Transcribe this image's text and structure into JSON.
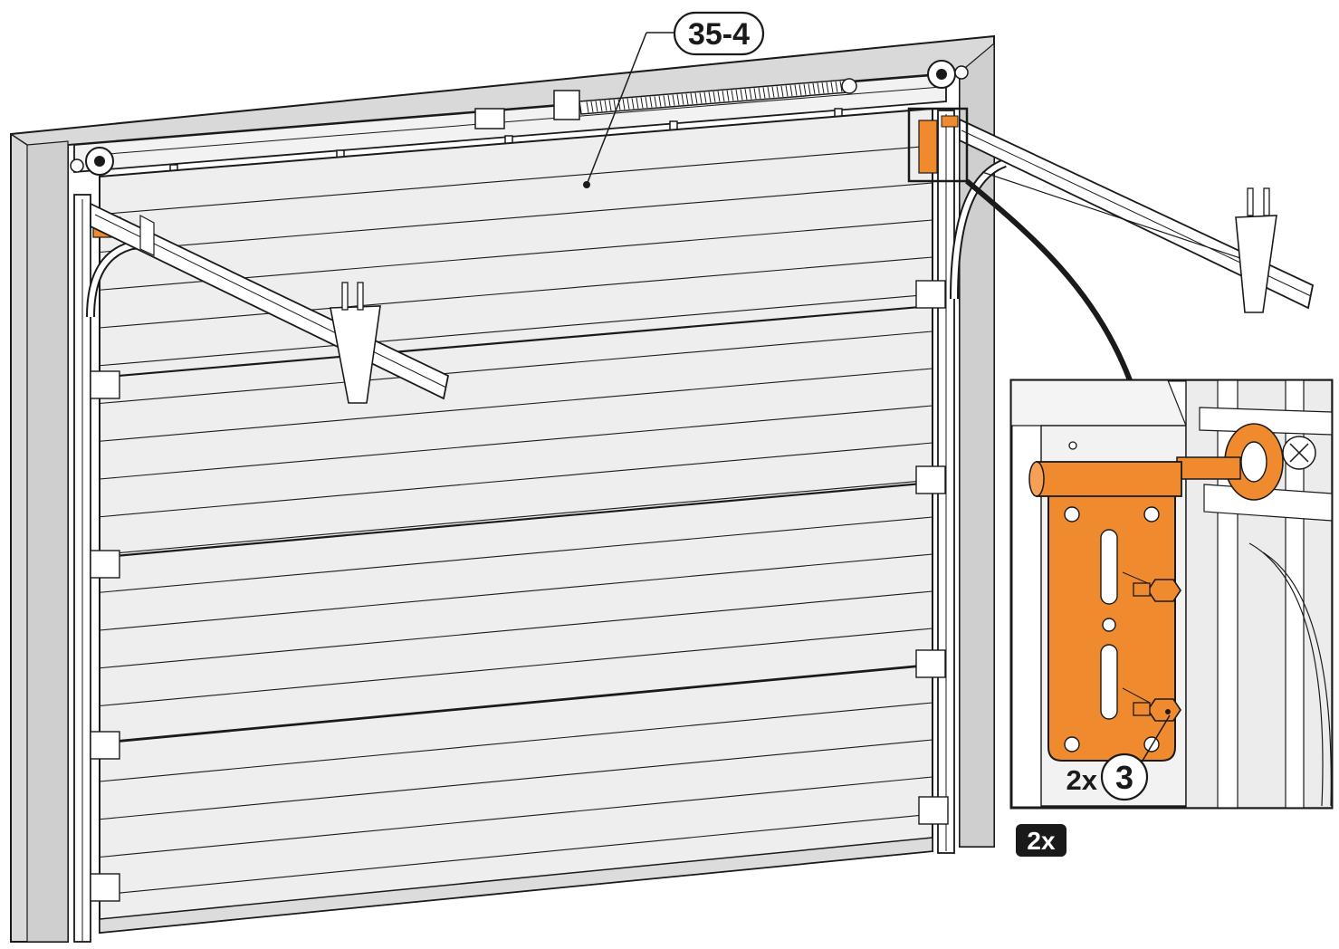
{
  "callouts": {
    "part_label": "35-4",
    "screw_ref": "3",
    "screw_qty": "2x",
    "repeat_badge": "2x"
  },
  "colors": {
    "highlight": "#f08a2e",
    "line": "#1a1a1a",
    "panel": "#eeeeee",
    "frame": "#d9d9d9"
  },
  "panel_rows": 20
}
